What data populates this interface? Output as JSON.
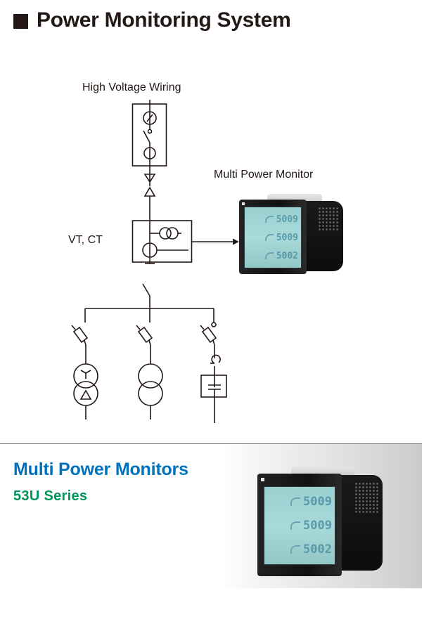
{
  "page": {
    "title": "Power Monitoring System",
    "title_bullet_icon": "black-square-icon"
  },
  "diagram": {
    "labels": {
      "high_voltage_wiring": "High Voltage Wiring",
      "multi_power_monitor": "Multi Power Monitor",
      "vt_ct": "VT, CT"
    },
    "symbols": [
      "meter-icon",
      "disconnect-switch-icon",
      "ct-coil-icon",
      "plug-connector-icon",
      "potential-transformer-icon",
      "current-transformer-icon",
      "switch-icon",
      "fuse-icon",
      "wye-delta-transformer-icon",
      "transformer-icon",
      "capacitor-icon"
    ],
    "device_display": [
      "5009",
      "5009",
      "5002"
    ]
  },
  "product_banner": {
    "title": "Multi Power Monitors",
    "subtitle": "53U Series",
    "title_color": "#0072bc",
    "subtitle_color": "#00955a",
    "device_display": [
      "5009",
      "5009",
      "5002"
    ]
  }
}
